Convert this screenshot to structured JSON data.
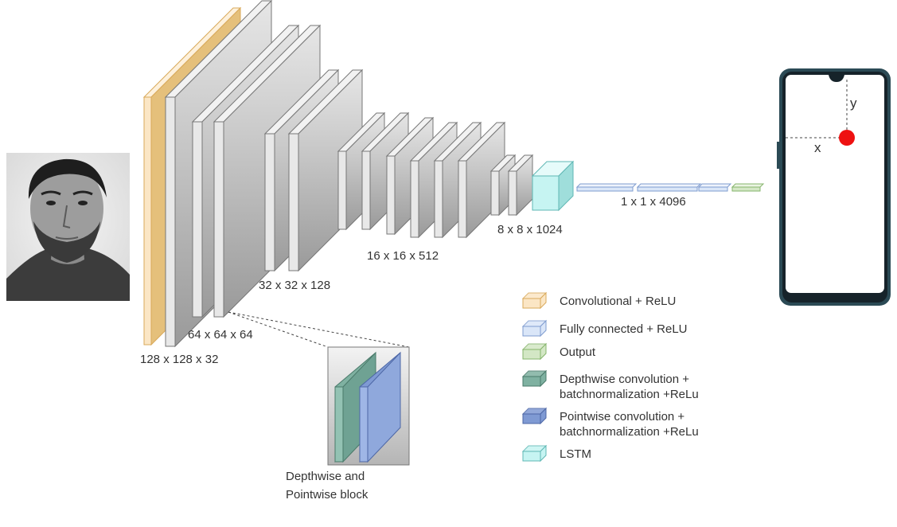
{
  "dims": {
    "d128": "128 x 128 x 32",
    "d64": "64 x 64 x 64",
    "d32": "32 x 32 x 128",
    "d16": "16 x 16 x 512",
    "d8": "8 x 8 x 1024",
    "d1": "1 x 1 x 4096"
  },
  "block_label": [
    "Depthwise and",
    "Pointwise block"
  ],
  "phone": {
    "x_label": "x",
    "y_label": "y"
  },
  "legend": [
    {
      "key": "conv",
      "lines": [
        "Convolutional + ReLU"
      ],
      "color": "#fbe6c5",
      "stroke": "#d9a95a"
    },
    {
      "key": "fc",
      "lines": [
        "Fully connected + ReLU"
      ],
      "color": "#dae6f8",
      "stroke": "#7f9ccf"
    },
    {
      "key": "output",
      "lines": [
        "Output"
      ],
      "color": "#d3e7c5",
      "stroke": "#86b46c"
    },
    {
      "key": "depthwise",
      "lines": [
        "Depthwise convolution +",
        "batchnormalization +ReLu"
      ],
      "color": "#7fb1a1",
      "stroke": "#4a7a6a"
    },
    {
      "key": "pointwise",
      "lines": [
        "Pointwise convolution +",
        "batchnormalization +ReLu"
      ],
      "color": "#7f9ad3",
      "stroke": "#4d67a6"
    },
    {
      "key": "lstm",
      "lines": [
        "LSTM"
      ],
      "color": "#c6f4f2",
      "stroke": "#5fb7b4"
    }
  ],
  "colors": {
    "conv_front": "#fbe6c5",
    "conv_stroke": "#d9a95a",
    "depthwise": "#7fb1a1",
    "pointwise": "#7f9ad3",
    "lstm": "#c6f4f2",
    "fc": "#dae6f8",
    "output": "#d3e7c5",
    "gaze_point": "#ee1111"
  }
}
